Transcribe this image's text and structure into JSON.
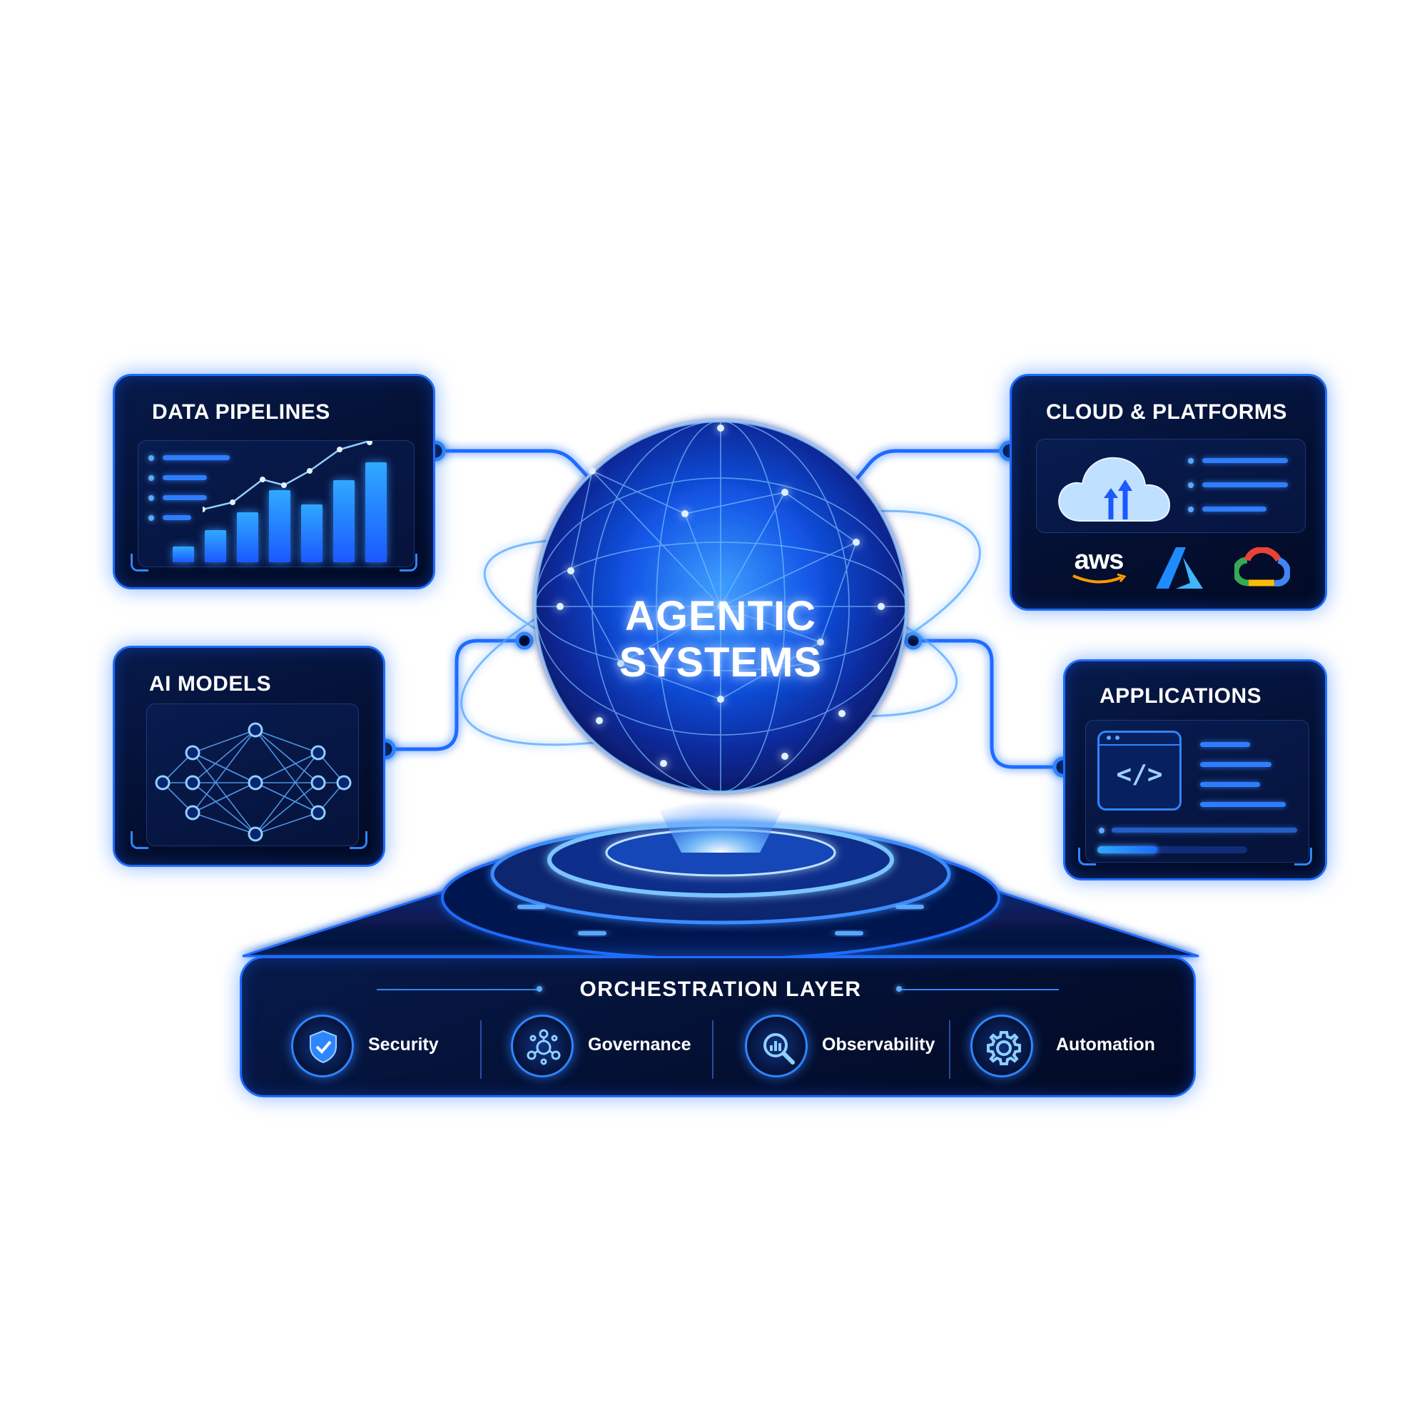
{
  "hub": {
    "line1": "AGENTIC",
    "line2": "SYSTEMS"
  },
  "panels": {
    "data_pipelines": {
      "title": "DATA PIPELINES",
      "bars": [
        0.16,
        0.32,
        0.5,
        0.72,
        0.58,
        0.82,
        1.0
      ]
    },
    "ai_models": {
      "title": "AI MODELS"
    },
    "cloud_platforms": {
      "title": "CLOUD & PLATFORMS",
      "logos": {
        "aws": "aws"
      }
    },
    "applications": {
      "title": "APPLICATIONS",
      "code_glyph": "</>",
      "progress": 0.4
    }
  },
  "orchestration": {
    "title": "ORCHESTRATION LAYER",
    "items": [
      {
        "label": "Security",
        "icon": "shield-check-icon"
      },
      {
        "label": "Governance",
        "icon": "network-hub-icon"
      },
      {
        "label": "Observability",
        "icon": "magnifier-chart-icon"
      },
      {
        "label": "Automation",
        "icon": "gear-icon"
      }
    ]
  },
  "colors": {
    "accent": "#1e6cff",
    "glow": "#5aa8ff",
    "panel_bg": "#041033"
  }
}
